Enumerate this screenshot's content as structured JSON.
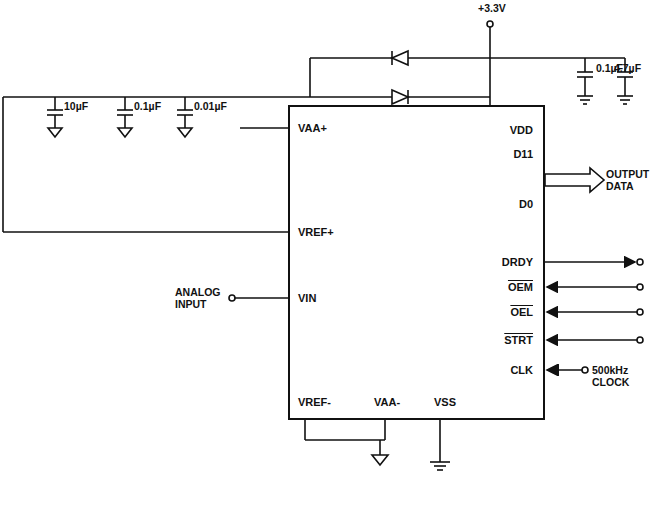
{
  "diagram": {
    "nodes": [
      {
        "text": [
          "VAA+",
          "VREF+",
          "VIN",
          "VREF-",
          "VAA-",
          "VSS",
          "VDD",
          "D11",
          "D0",
          "DRDY",
          "OEM",
          "OEL",
          "STRT",
          "CLK"
        ]
      }
    ],
    "labels": [
      "+3.3V",
      "10µF",
      "0.1µF",
      "0.01µF",
      "0.1µF",
      "4.7µF",
      "OUTPUT DATA",
      "ANALOG INPUT",
      "500kHz CLOCK"
    ]
  }
}
